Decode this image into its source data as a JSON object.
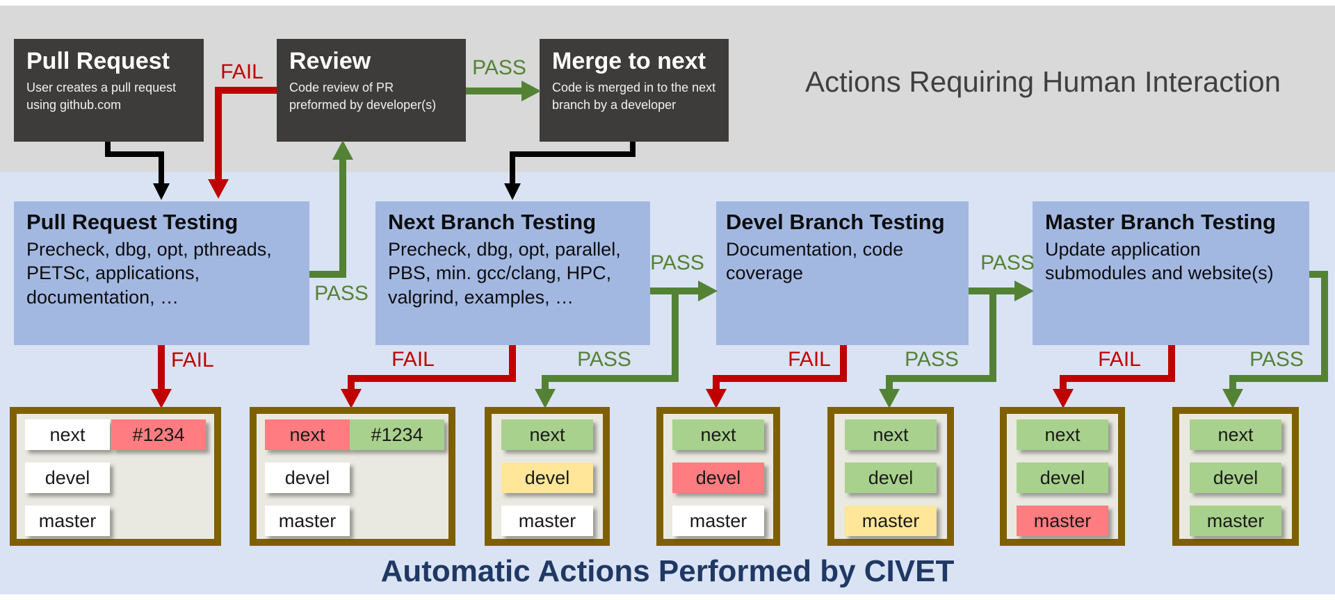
{
  "palette": {
    "band_gray": "#d9d9d9",
    "band_blue": "#dae3f3",
    "dark_box": "#3e3b3b",
    "dark_box_text": "#ffffff",
    "test_box_blue": "#a3b8e1",
    "fail_red": "#c00000",
    "pass_green": "#548235",
    "arrow_black": "#000000",
    "status_fill": "#eae9e1",
    "status_border": "#7f6000",
    "chip_white": "#ffffff",
    "chip_green": "#a9d18e",
    "chip_red": "#ff7c80",
    "chip_yellow": "#ffe699",
    "chip_text": "#1a1a1a",
    "human_title_color": "#404040",
    "auto_title_color": "#1f3864"
  },
  "header": {
    "human_title": "Actions Requiring Human Interaction"
  },
  "footer": {
    "auto_title": "Automatic Actions Performed by CIVET"
  },
  "labels": {
    "fail": "FAIL",
    "pass": "PASS"
  },
  "human_boxes": [
    {
      "title": "Pull Request",
      "desc": "User creates a pull request using github.com"
    },
    {
      "title": "Review",
      "desc": "Code review of PR preformed by developer(s)"
    },
    {
      "title": "Merge to next",
      "desc": "Code is merged in to the next branch by a developer"
    }
  ],
  "testing_boxes": [
    {
      "title": "Pull Request Testing",
      "desc": "Precheck, dbg, opt, pthreads, PETSc, applications, documentation, …"
    },
    {
      "title": "Next Branch Testing",
      "desc": "Precheck, dbg, opt, parallel, PBS, min. gcc/clang, HPC, valgrind, examples, …"
    },
    {
      "title": "Devel Branch Testing",
      "desc": "Documentation, code coverage"
    },
    {
      "title": "Master Branch Testing",
      "desc": "Update application submodules and website(s)"
    }
  ],
  "status_boxes": [
    {
      "branches": [
        {
          "label": "next",
          "color": "white"
        },
        {
          "label": "devel",
          "color": "white"
        },
        {
          "label": "master",
          "color": "white"
        }
      ],
      "pr_chip": {
        "label": "#1234",
        "color": "red"
      }
    },
    {
      "branches": [
        {
          "label": "next",
          "color": "red"
        },
        {
          "label": "devel",
          "color": "white"
        },
        {
          "label": "master",
          "color": "white"
        }
      ],
      "pr_chip": {
        "label": "#1234",
        "color": "green"
      }
    },
    {
      "branches": [
        {
          "label": "next",
          "color": "green"
        },
        {
          "label": "devel",
          "color": "yellow"
        },
        {
          "label": "master",
          "color": "white"
        }
      ],
      "pr_chip": null
    },
    {
      "branches": [
        {
          "label": "next",
          "color": "green"
        },
        {
          "label": "devel",
          "color": "red"
        },
        {
          "label": "master",
          "color": "white"
        }
      ],
      "pr_chip": null
    },
    {
      "branches": [
        {
          "label": "next",
          "color": "green"
        },
        {
          "label": "devel",
          "color": "green"
        },
        {
          "label": "master",
          "color": "yellow"
        }
      ],
      "pr_chip": null
    },
    {
      "branches": [
        {
          "label": "next",
          "color": "green"
        },
        {
          "label": "devel",
          "color": "green"
        },
        {
          "label": "master",
          "color": "red"
        }
      ],
      "pr_chip": null
    },
    {
      "branches": [
        {
          "label": "next",
          "color": "green"
        },
        {
          "label": "devel",
          "color": "green"
        },
        {
          "label": "master",
          "color": "green"
        }
      ],
      "pr_chip": null
    }
  ]
}
